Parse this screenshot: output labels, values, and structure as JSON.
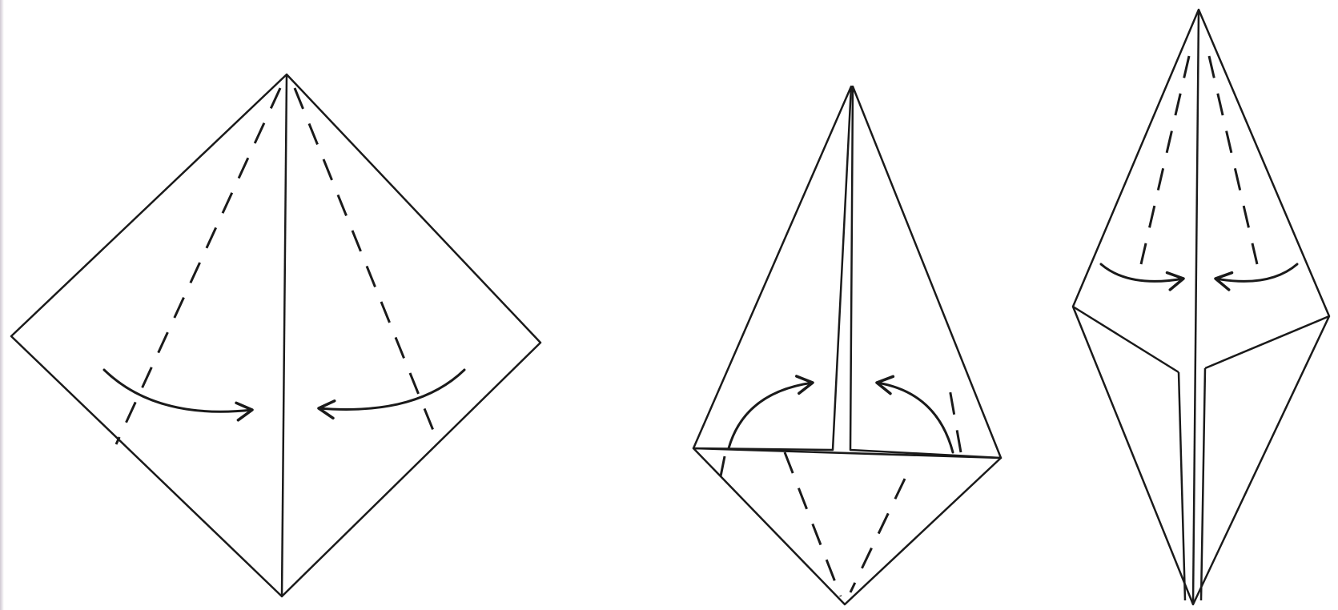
{
  "colors": {
    "paper_front": "#ffffff",
    "paper_back": "#0b8a12",
    "lines": "#1a1a1a",
    "left_edge": "#cfc8d2"
  },
  "icons": {
    "fold_arrow": "curved-fold-arrow-icon"
  },
  "steps": [
    {
      "name": "diamond-square-fold-step",
      "folds": 2
    },
    {
      "name": "kite-step",
      "folds": 4
    },
    {
      "name": "diamond-base-step",
      "folds": 2
    }
  ]
}
